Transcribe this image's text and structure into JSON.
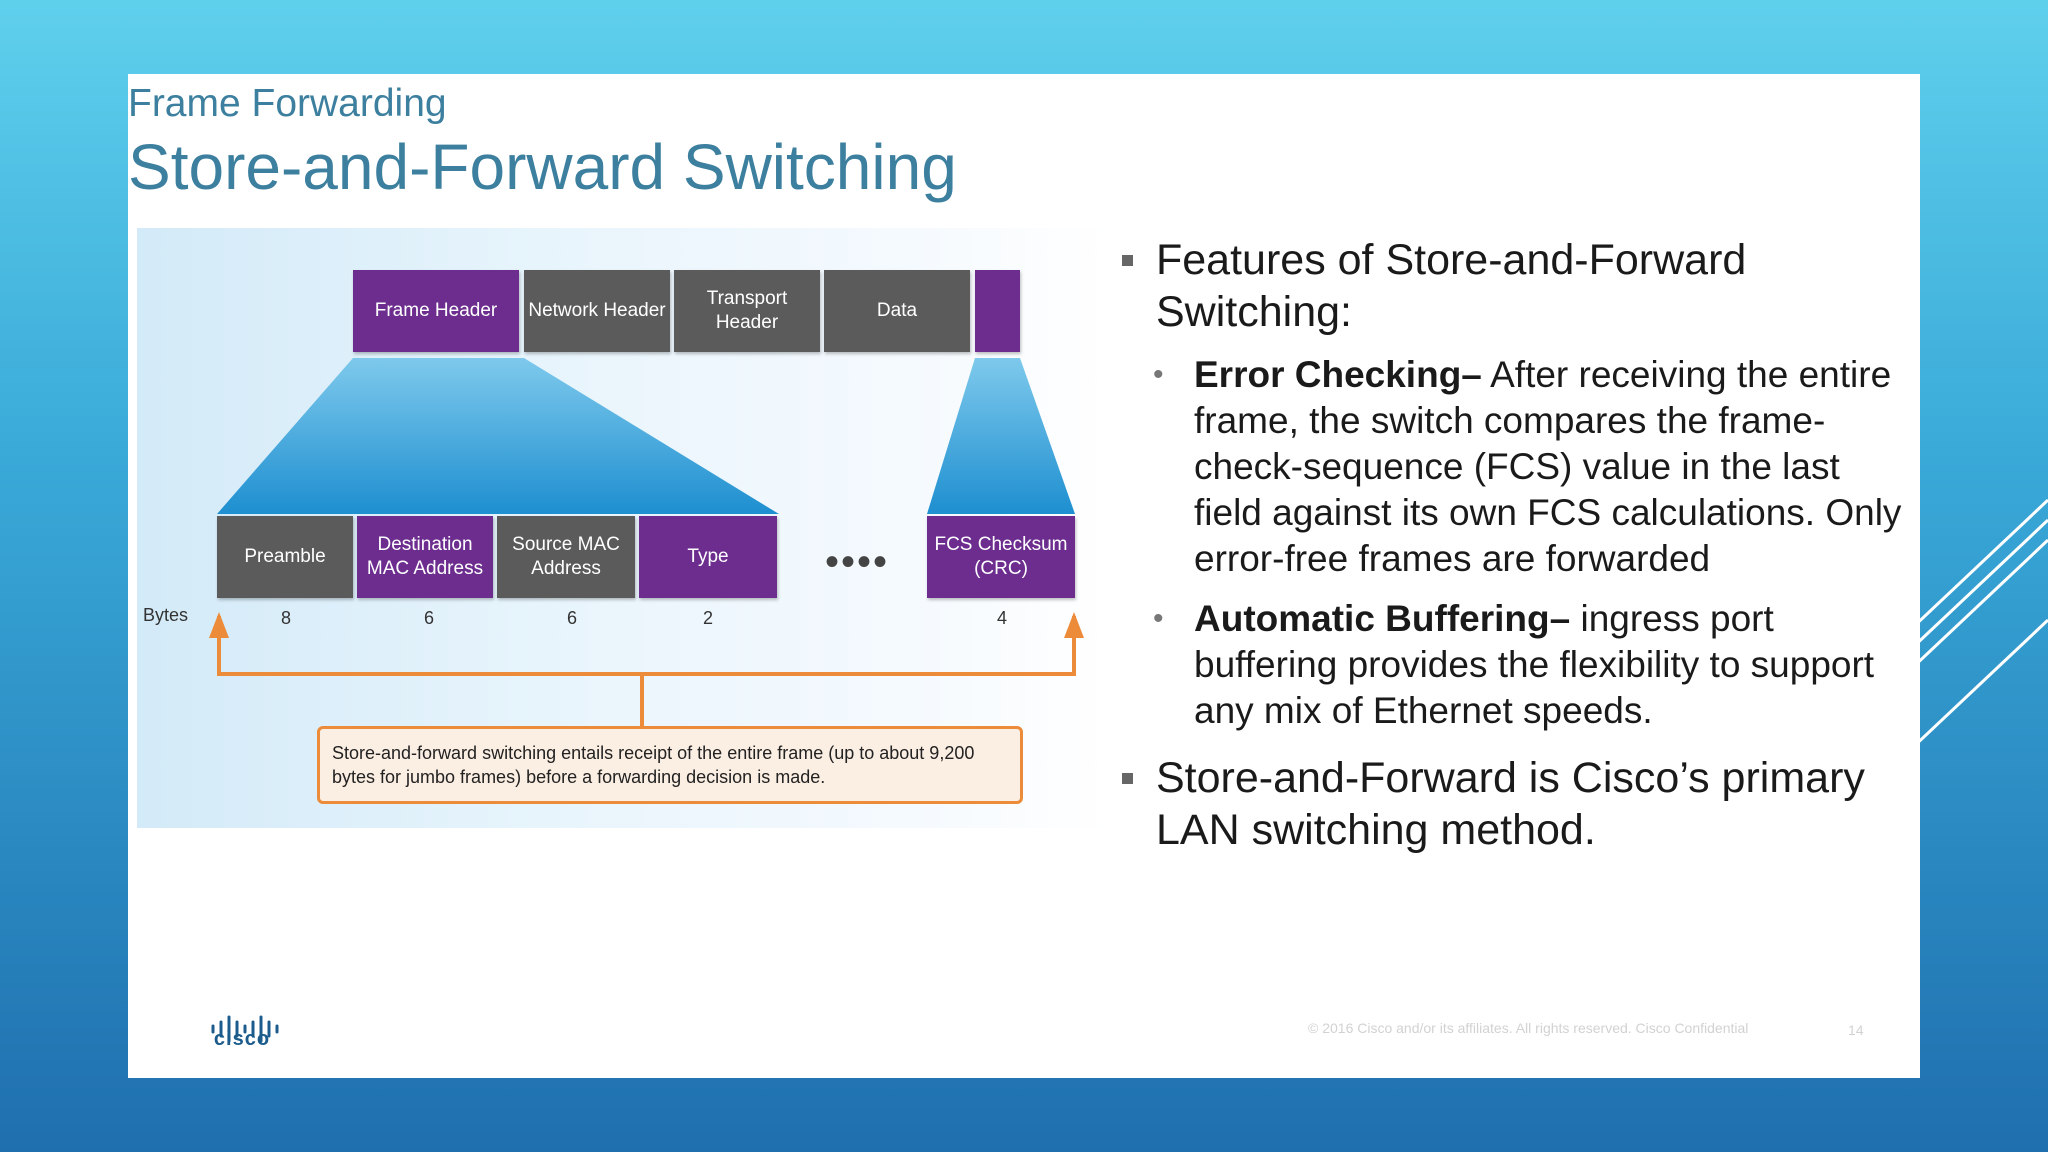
{
  "slide": {
    "subtitle": "Frame Forwarding",
    "title": "Store-and-Forward Switching"
  },
  "diagram": {
    "top_fields": [
      {
        "label": "Frame Header",
        "color": "#6c2d8e"
      },
      {
        "label": "Network Header",
        "color": "#5b5b5b"
      },
      {
        "label": "Transport Header",
        "color": "#5b5b5b"
      },
      {
        "label": "Data",
        "color": "#5b5b5b"
      },
      {
        "label": "",
        "color": "#6c2d8e"
      }
    ],
    "bottom_fields": [
      {
        "label": "Preamble",
        "bytes": "8",
        "color": "#5b5b5b"
      },
      {
        "label": "Destination MAC Address",
        "bytes": "6",
        "color": "#6c2d8e"
      },
      {
        "label": "Source MAC Address",
        "bytes": "6",
        "color": "#5b5b5b"
      },
      {
        "label": "Type",
        "bytes": "2",
        "color": "#6c2d8e"
      },
      {
        "label": "FCS Checksum (CRC)",
        "bytes": "4",
        "color": "#6c2d8e"
      }
    ],
    "bytes_label": "Bytes",
    "ellipsis": "••••",
    "callout": "Store-and-forward switching entails receipt of the entire frame (up to about 9,200 bytes for jumbo frames) before a forwarding decision is made.",
    "accent_color": "#ec8b3a"
  },
  "bullets": {
    "features_heading": "Features of Store-and-Forward Switching:",
    "items": [
      {
        "term": "Error Checking–",
        "text": " After receiving the entire frame, the switch compares the frame-check-sequence (FCS) value in the last field against its own FCS calculations. Only error-free frames are forwarded"
      },
      {
        "term": "Automatic Buffering–",
        "text": " ingress port buffering provides the flexibility to support any mix of Ethernet speeds."
      }
    ],
    "closing": "Store-and-Forward is Cisco’s primary LAN switching method."
  },
  "footer": {
    "logo_text": "cisco",
    "copyright": "© 2016  Cisco and/or its affiliates. All rights reserved.   Cisco Confidential",
    "page_number": "14"
  }
}
